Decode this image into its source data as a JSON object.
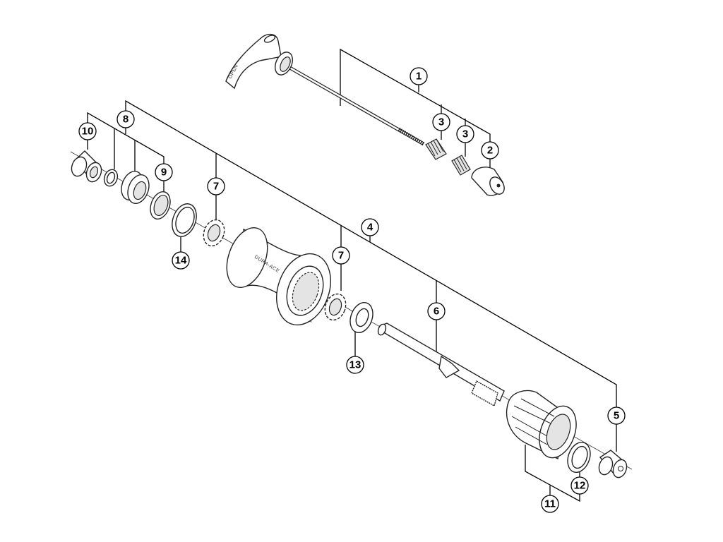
{
  "diagram": {
    "type": "exploded parts diagram",
    "colors": {
      "line": "#000000",
      "part_fill": "#ffffff",
      "shade": "#e4e4e4"
    },
    "logos": {
      "lever": "OPEN",
      "hub": "DURA-ACE"
    },
    "callouts": [
      {
        "id": "c1",
        "label": "1"
      },
      {
        "id": "c2",
        "label": "2"
      },
      {
        "id": "c3a",
        "label": "3"
      },
      {
        "id": "c3b",
        "label": "3"
      },
      {
        "id": "c4",
        "label": "4"
      },
      {
        "id": "c5",
        "label": "5"
      },
      {
        "id": "c6",
        "label": "6"
      },
      {
        "id": "c7a",
        "label": "7"
      },
      {
        "id": "c7b",
        "label": "7"
      },
      {
        "id": "c8",
        "label": "8"
      },
      {
        "id": "c9",
        "label": "9"
      },
      {
        "id": "c10",
        "label": "10"
      },
      {
        "id": "c11",
        "label": "11"
      },
      {
        "id": "c12",
        "label": "12"
      },
      {
        "id": "c13",
        "label": "13"
      },
      {
        "id": "c14",
        "label": "14"
      }
    ]
  }
}
